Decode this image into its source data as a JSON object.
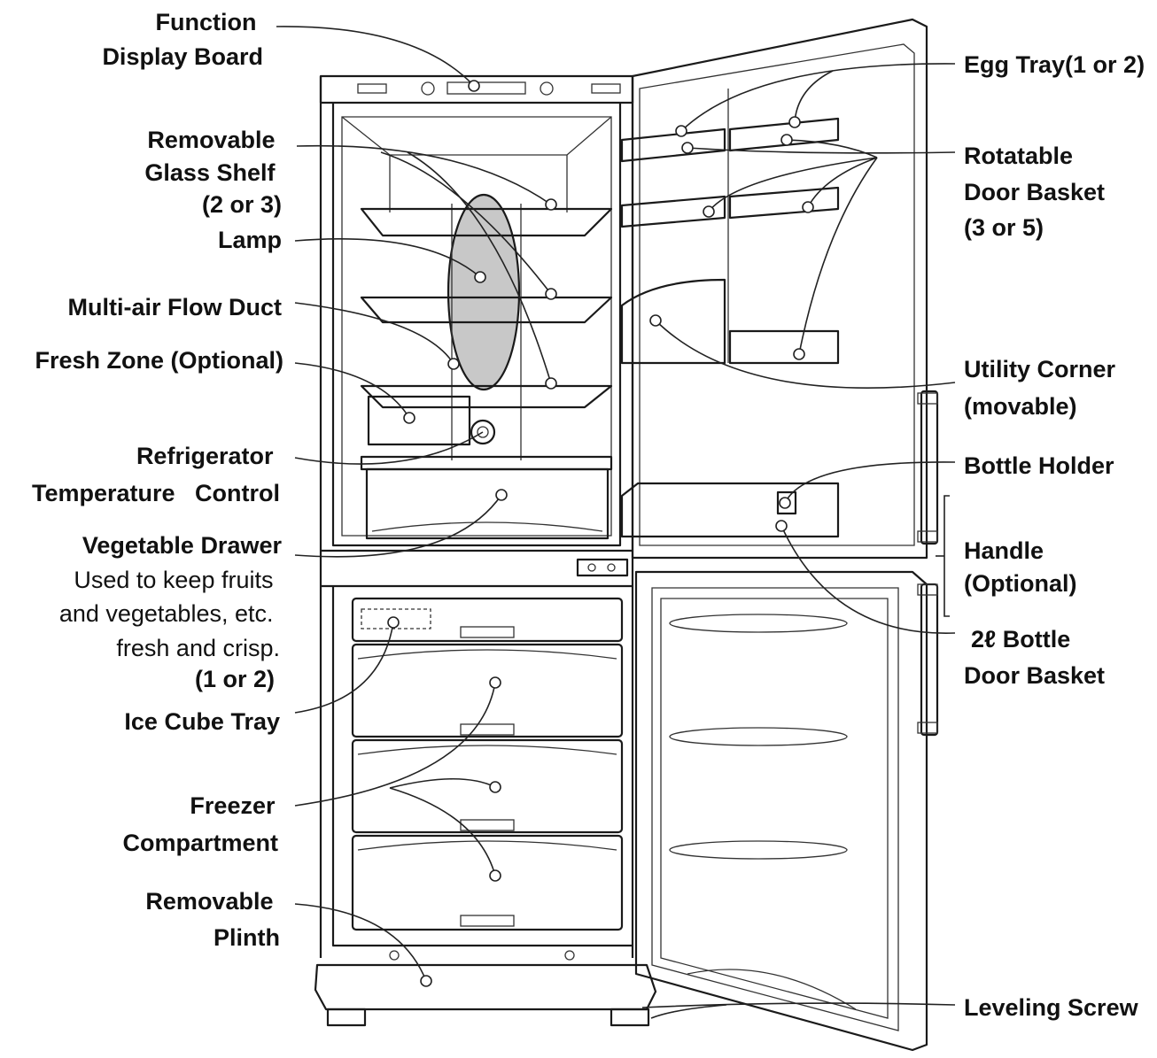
{
  "labels": {
    "function_display_board": [
      "Function",
      "Display Board"
    ],
    "removable_glass_shelf": [
      "Removable",
      "Glass Shelf",
      "(2 or 3)"
    ],
    "lamp": [
      "Lamp"
    ],
    "multi_air_flow_duct": [
      "Multi-air Flow Duct"
    ],
    "fresh_zone": [
      "Fresh Zone (Optional)"
    ],
    "refrigerator_temperature_control": [
      "Refrigerator",
      "Temperature   Control"
    ],
    "vegetable_drawer": {
      "title": "Vegetable Drawer",
      "desc": [
        "Used to keep fruits",
        "and vegetables, etc.",
        "fresh and crisp."
      ],
      "count": "(1 or 2)"
    },
    "ice_cube_tray": [
      "Ice Cube Tray"
    ],
    "freezer_compartment": [
      "Freezer",
      "Compartment"
    ],
    "removable_plinth": [
      "Removable",
      "Plinth"
    ],
    "egg_tray": [
      "Egg Tray(1 or 2)"
    ],
    "rotatable_door_basket": [
      "Rotatable",
      "Door Basket",
      "(3 or 5)"
    ],
    "utility_corner": [
      "Utility Corner",
      "(movable)"
    ],
    "bottle_holder": [
      "Bottle Holder"
    ],
    "handle": [
      "Handle",
      "(Optional)"
    ],
    "bottle_door_basket": [
      "2ℓ Bottle",
      "Door Basket"
    ],
    "leveling_screw": [
      "Leveling Screw"
    ]
  }
}
